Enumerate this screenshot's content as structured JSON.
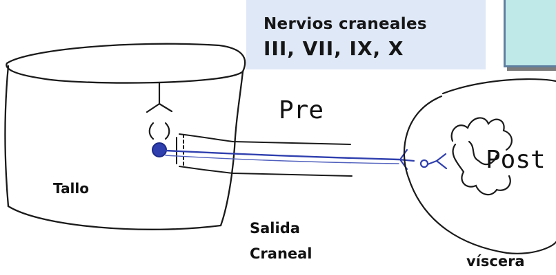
{
  "header_box": {
    "line1": "Nervios craneales",
    "line2": "III, VII, IX, X"
  },
  "labels": {
    "pre": "Pre",
    "post": "Post",
    "tallo": "Tallo",
    "salida_line1": "Salida",
    "salida_line2": "Craneal",
    "viscera": "víscera"
  },
  "colors": {
    "header_box_fill": "#dfe8f7",
    "corner_box_fill": "#bfe8e8",
    "corner_box_border": "#5f7f9f",
    "nerve_blue": "#2f3fae",
    "sketch_ink": "#1a1a1a"
  }
}
